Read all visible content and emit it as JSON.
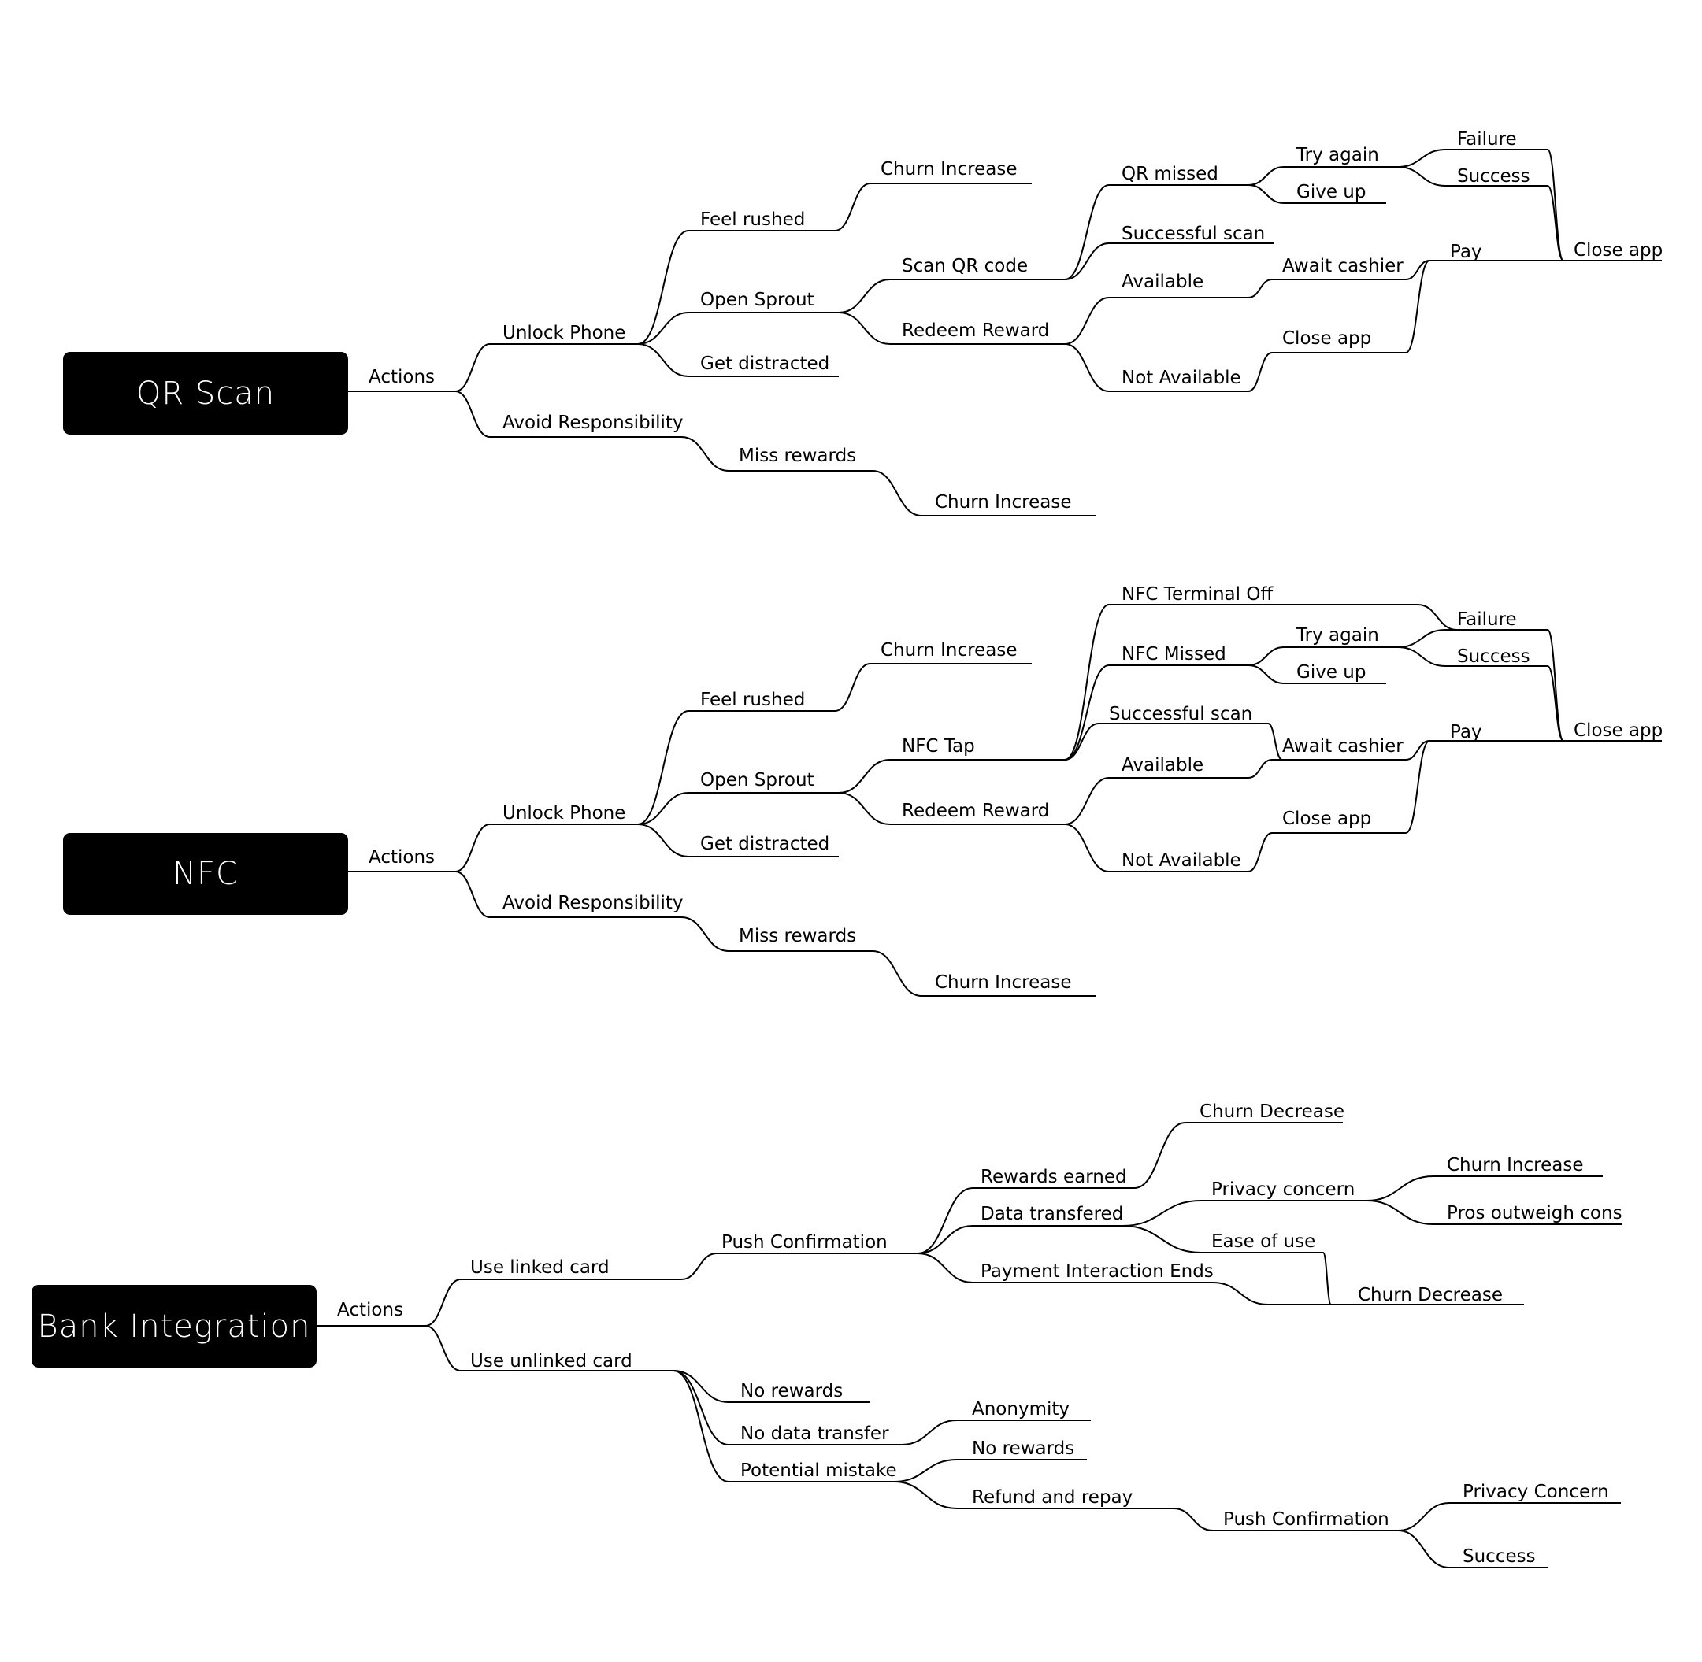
{
  "diagram": {
    "colors": {
      "line": "#000000",
      "root_bg": "#000000",
      "root_text": "#ffffff",
      "text": "#000000"
    },
    "maps": [
      {
        "root": "QR Scan",
        "actions": "Actions",
        "unlock_phone": "Unlock Phone",
        "feel_rushed": "Feel rushed",
        "churn_increase_rushed": "Churn Increase",
        "open_sprout": "Open Sprout",
        "scan_qr_code": "Scan QR code",
        "qr_missed": "QR missed",
        "try_again": "Try again",
        "failure": "Failure",
        "success": "Success",
        "give_up": "Give up",
        "successful_scan": "Successful scan",
        "redeem_reward": "Redeem Reward",
        "available": "Available",
        "await_cashier": "Await cashier",
        "pay": "Pay",
        "not_available": "Not Available",
        "close_app_mid": "Close app",
        "close_app_end": "Close app",
        "get_distracted": "Get distracted",
        "avoid_responsibility": "Avoid Responsibility",
        "miss_rewards": "Miss rewards",
        "churn_increase_miss": "Churn Increase"
      },
      {
        "root": "NFC",
        "actions": "Actions",
        "unlock_phone": "Unlock Phone",
        "feel_rushed": "Feel rushed",
        "churn_increase_rushed": "Churn Increase",
        "open_sprout": "Open Sprout",
        "nfc_tap": "NFC Tap",
        "nfc_terminal_off": "NFC Terminal Off",
        "nfc_missed": "NFC Missed",
        "try_again": "Try again",
        "failure": "Failure",
        "success": "Success",
        "give_up": "Give up",
        "successful_scan": "Successful scan",
        "redeem_reward": "Redeem Reward",
        "available": "Available",
        "await_cashier": "Await cashier",
        "pay": "Pay",
        "not_available": "Not Available",
        "close_app_mid": "Close app",
        "close_app_end": "Close app",
        "get_distracted": "Get distracted",
        "avoid_responsibility": "Avoid Responsibility",
        "miss_rewards": "Miss rewards",
        "churn_increase_miss": "Churn Increase"
      },
      {
        "root": "Bank Integration",
        "actions": "Actions",
        "use_linked_card": "Use linked card",
        "push_confirmation": "Push Confirmation",
        "rewards_earned": "Rewards earned",
        "churn_decrease_top": "Churn Decrease",
        "data_transfered": "Data transfered",
        "privacy_concern": "Privacy concern",
        "churn_increase": "Churn Increase",
        "pros_outweigh_cons": "Pros outweigh cons",
        "ease_of_use": "Ease of use",
        "payment_interaction_ends": "Payment Interaction Ends",
        "churn_decrease_bottom": "Churn Decrease",
        "use_unlinked_card": "Use unlinked card",
        "no_rewards": "No rewards",
        "no_data_transfer": "No data transfer",
        "anonymity": "Anonymity",
        "potential_mistake": "Potential mistake",
        "no_rewards_mistake": "No rewards",
        "refund_and_repay": "Refund and repay",
        "push_confirmation_2": "Push Confirmation",
        "privacy_concern_2": "Privacy Concern",
        "success_2": "Success"
      }
    ]
  }
}
